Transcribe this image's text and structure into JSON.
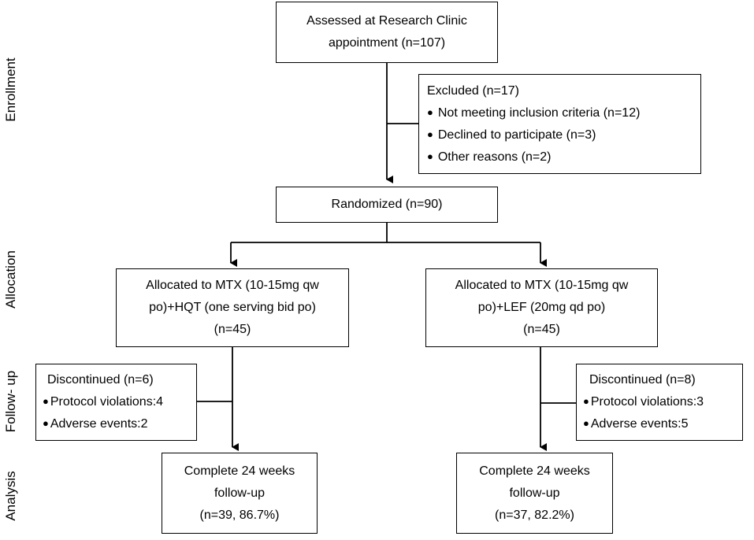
{
  "stages": {
    "enrollment": "Enrollment",
    "allocation": "Allocation",
    "follow_up": "Follow- up",
    "analysis": "Analysis"
  },
  "assessed": {
    "line1": "Assessed at Research Clinic",
    "line2": "appointment (n=107)"
  },
  "excluded": {
    "title": "Excluded (n=17)",
    "items": [
      "Not meeting inclusion criteria (n=12)",
      "Declined to participate (n=3)",
      "Other reasons (n=2)"
    ]
  },
  "randomized": "Randomized (n=90)",
  "arm_left": {
    "allocated": [
      "Allocated to MTX (10-15mg qw",
      "po)+HQT (one serving bid po)",
      "(n=45)"
    ],
    "discontinued_title": "Discontinued (n=6)",
    "discontinued_items": [
      "Protocol violations:4",
      "Adverse events:2"
    ],
    "complete": [
      "Complete 24 weeks",
      "follow-up",
      "(n=39, 86.7%)"
    ]
  },
  "arm_right": {
    "allocated": [
      "Allocated to MTX (10-15mg qw",
      "po)+LEF (20mg qd po)",
      "(n=45)"
    ],
    "discontinued_title": "Discontinued (n=8)",
    "discontinued_items": [
      "Protocol violations:3",
      "Adverse events:5"
    ],
    "complete": [
      "Complete 24 weeks",
      "follow-up",
      "(n=37, 82.2%)"
    ]
  }
}
